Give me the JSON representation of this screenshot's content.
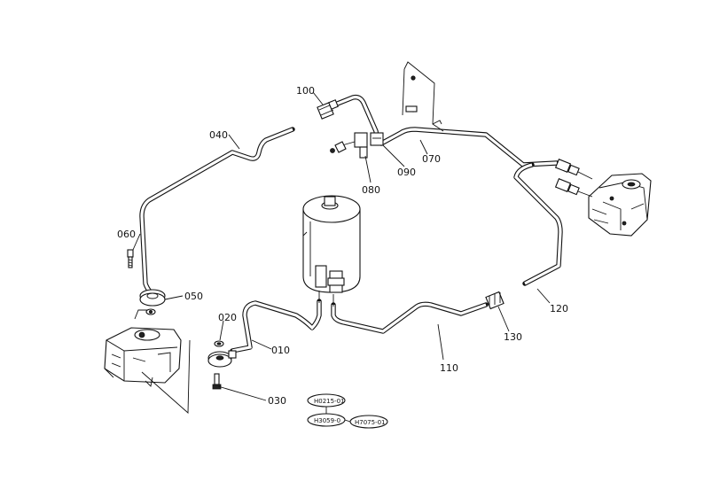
{
  "callouts": {
    "p010": "010",
    "p020": "020",
    "p030": "030",
    "p040": "040",
    "p050": "050",
    "p060": "060",
    "p070": "070",
    "p080": "080",
    "p090": "090",
    "p100": "100",
    "p110": "110",
    "p120": "120",
    "p130": "130"
  },
  "references": {
    "r1": "H0215-01",
    "r2": "H3059-0",
    "r3": "H7075-01"
  }
}
